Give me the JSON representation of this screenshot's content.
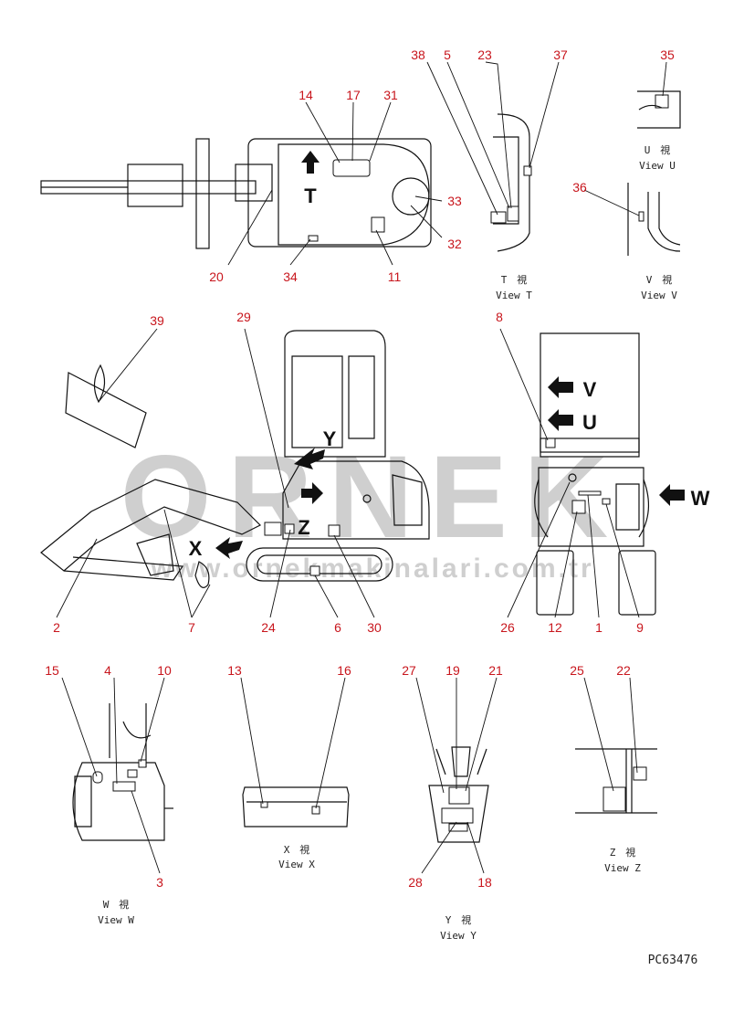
{
  "callouts": [
    {
      "id": "n38",
      "text": "38"
    },
    {
      "id": "n5",
      "text": "5"
    },
    {
      "id": "n23",
      "text": "23"
    },
    {
      "id": "n37",
      "text": "37"
    },
    {
      "id": "n35",
      "text": "35"
    },
    {
      "id": "n14",
      "text": "14"
    },
    {
      "id": "n17",
      "text": "17"
    },
    {
      "id": "n31",
      "text": "31"
    },
    {
      "id": "n33",
      "text": "33"
    },
    {
      "id": "n32",
      "text": "32"
    },
    {
      "id": "n36",
      "text": "36"
    },
    {
      "id": "n20",
      "text": "20"
    },
    {
      "id": "n34",
      "text": "34"
    },
    {
      "id": "n11",
      "text": "11"
    },
    {
      "id": "n39",
      "text": "39"
    },
    {
      "id": "n29",
      "text": "29"
    },
    {
      "id": "n8",
      "text": "8"
    },
    {
      "id": "n2",
      "text": "2"
    },
    {
      "id": "n7",
      "text": "7"
    },
    {
      "id": "n24",
      "text": "24"
    },
    {
      "id": "n6",
      "text": "6"
    },
    {
      "id": "n30",
      "text": "30"
    },
    {
      "id": "n26",
      "text": "26"
    },
    {
      "id": "n12",
      "text": "12"
    },
    {
      "id": "n1",
      "text": "1"
    },
    {
      "id": "n9",
      "text": "9"
    },
    {
      "id": "n15",
      "text": "15"
    },
    {
      "id": "n4",
      "text": "4"
    },
    {
      "id": "n10",
      "text": "10"
    },
    {
      "id": "n13",
      "text": "13"
    },
    {
      "id": "n16",
      "text": "16"
    },
    {
      "id": "n27",
      "text": "27"
    },
    {
      "id": "n19",
      "text": "19"
    },
    {
      "id": "n21",
      "text": "21"
    },
    {
      "id": "n25",
      "text": "25"
    },
    {
      "id": "n22",
      "text": "22"
    },
    {
      "id": "n3",
      "text": "3"
    },
    {
      "id": "n28",
      "text": "28"
    },
    {
      "id": "n18",
      "text": "18"
    }
  ],
  "view_labels": {
    "view_u_jp": "U　視",
    "view_u": "View U",
    "view_t_jp": "T　視",
    "view_t": "View T",
    "view_v_jp": "V　視",
    "view_v": "View V",
    "view_x_jp": "X　視",
    "view_x": "View X",
    "view_y_jp": "Y　視",
    "view_y": "View Y",
    "view_z_jp": "Z　視",
    "view_z": "View Z",
    "view_w_jp": "W　視",
    "view_w": "View W"
  },
  "arrow_letters": {
    "t": "T",
    "y": "Y",
    "z": "Z",
    "x": "X",
    "v": "V",
    "u": "U",
    "w": "W"
  },
  "drawing_code": "PC63476",
  "watermark": {
    "main": "ORNEK",
    "sub": "www.ornekmakinalari.com.tr"
  }
}
